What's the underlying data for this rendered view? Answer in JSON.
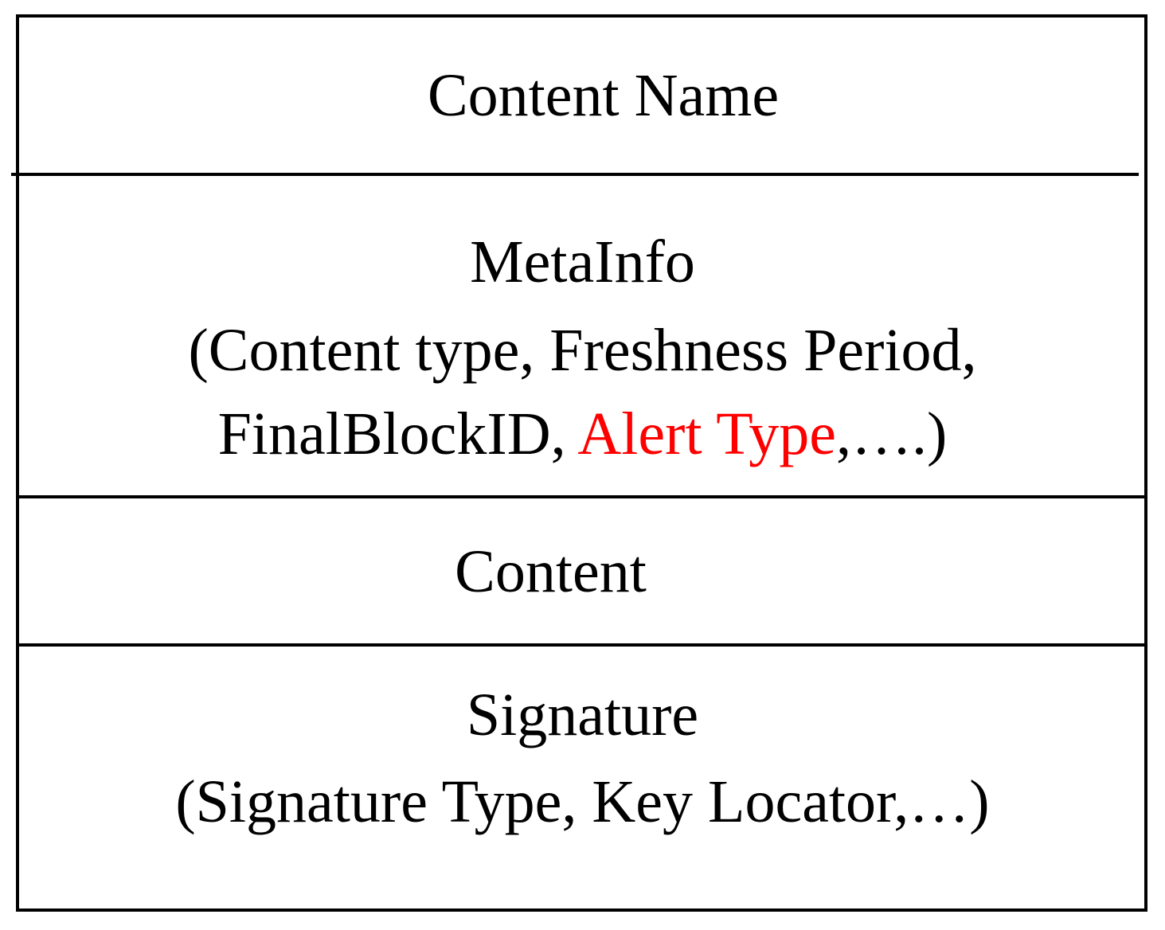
{
  "packet": {
    "name_field": {
      "label": "Content Name"
    },
    "metainfo_field": {
      "label": "MetaInfo",
      "details_line1": "(Content type, Freshness Period,",
      "details_line2_prefix": "FinalBlockID, ",
      "details_line2_highlight": "Alert Type",
      "details_line2_suffix": ",….)"
    },
    "content_field": {
      "label": "Content"
    },
    "signature_field": {
      "label": "Signature",
      "details": "(Signature Type, Key Locator,…)"
    }
  },
  "colors": {
    "border": "#000000",
    "text": "#000000",
    "highlight": "#ff0000"
  }
}
